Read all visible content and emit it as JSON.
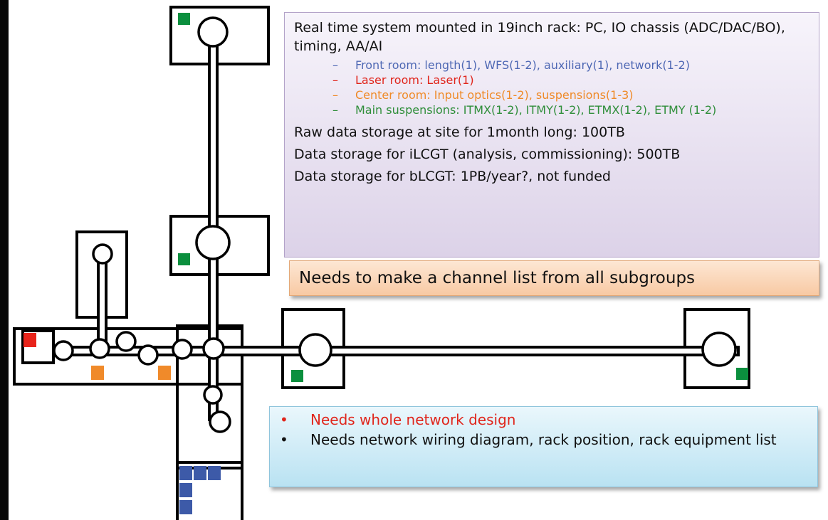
{
  "info": {
    "rack_line": "Real time system mounted in 19inch rack: PC, IO chassis (ADC/DAC/BO), timing, AA/AI",
    "rooms": [
      {
        "dash": "–",
        "text": "Front room: length(1), WFS(1-2), auxiliary(1), network(1-2)",
        "color": "#4f68b4"
      },
      {
        "dash": "–",
        "text": "Laser room: Laser(1)",
        "color": "#e0251b"
      },
      {
        "dash": "–",
        "text": "Center room: Input optics(1-2), suspensions(1-3)",
        "color": "#ef8a28"
      },
      {
        "dash": "–",
        "text": "Main suspensions: ITMX(1-2), ITMY(1-2), ETMX(1-2), ETMY (1-2)",
        "color": "#2f8e3a"
      }
    ],
    "storage": [
      "Raw data storage at site for 1month long: 100TB",
      "Data storage for iLCGT (analysis, commissioning): 500TB",
      "Data storage for bLCGT: 1PB/year?, not funded"
    ]
  },
  "channel_note": "Needs to make a channel list from all subgroups",
  "network_notes": {
    "bullet": "•",
    "items": [
      "Needs whole network design",
      "Needs network wiring diagram, rack position, rack equipment list"
    ]
  },
  "colors": {
    "laser_rack": "#e8241b",
    "center_rack": "#f08a2a",
    "main_suspension_rack": "#0b8f3e",
    "front_room_rack": "#3d5aa8"
  },
  "icons": {
    "rack_square": "square",
    "suspension_node": "circle"
  }
}
